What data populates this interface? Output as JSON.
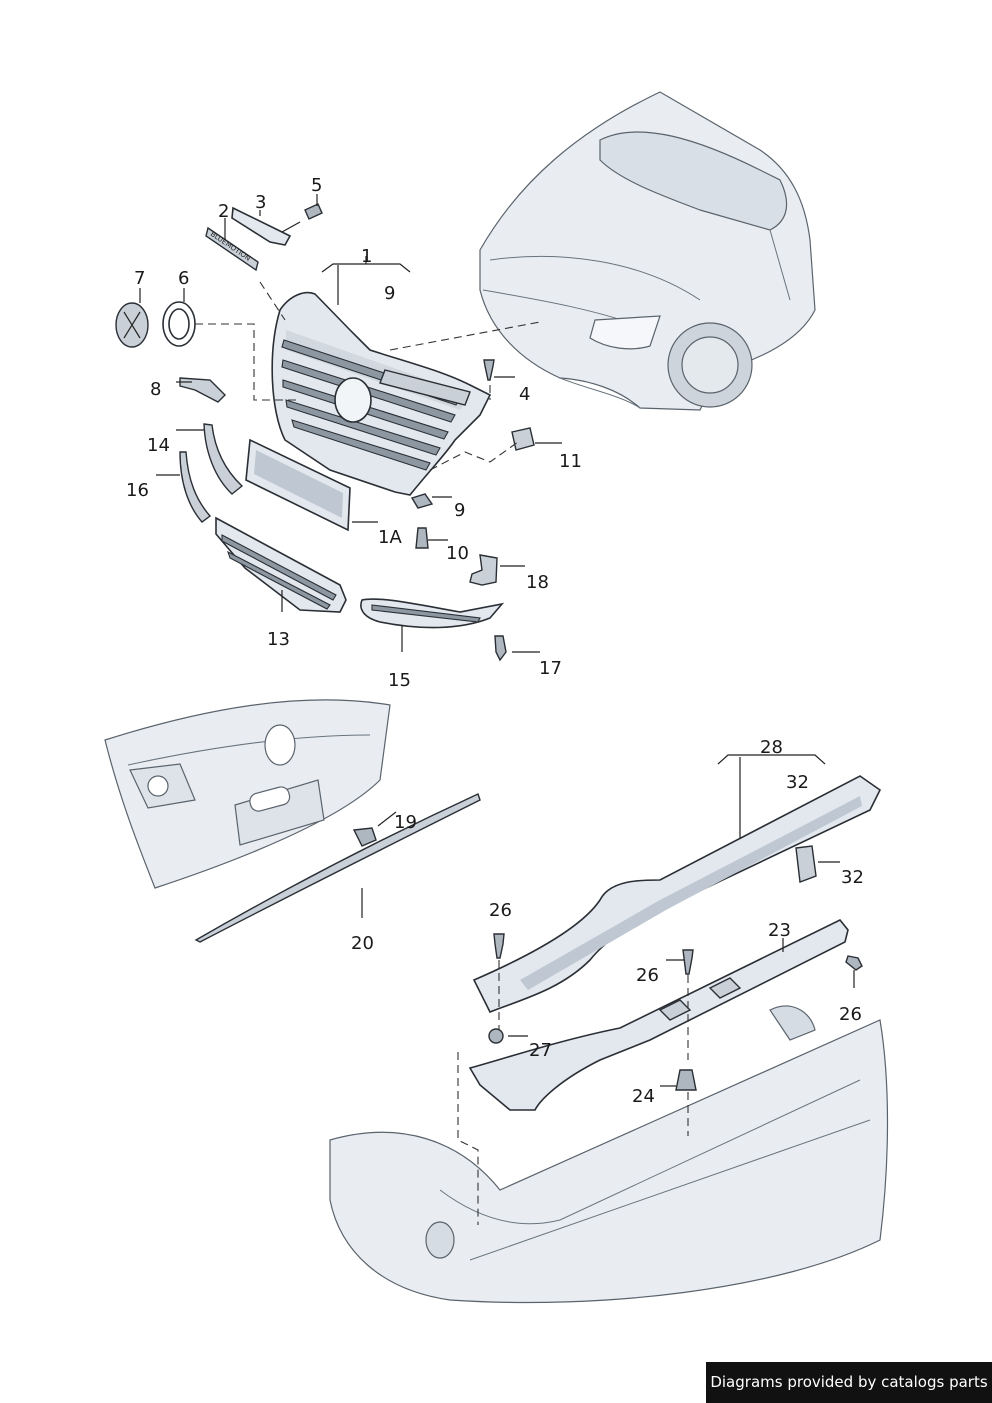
{
  "callouts": {
    "c1": "1",
    "c2": "2",
    "c3": "3",
    "c4": "4",
    "c5": "5",
    "c6": "6",
    "c7": "7",
    "c8": "8",
    "c9a": "9",
    "c9b": "9",
    "c10": "10",
    "c11": "11",
    "c13": "13",
    "c14": "14",
    "c15": "15",
    "c16": "16",
    "c17": "17",
    "c18": "18",
    "c19": "19",
    "c20": "20",
    "c1a": "1A",
    "c23": "23",
    "c24": "24",
    "c26a": "26",
    "c26b": "26",
    "c26c": "26",
    "c27": "27",
    "c28": "28",
    "c32a": "32",
    "c32b": "32"
  },
  "badge": {
    "text": "BLUEMOTION"
  },
  "credit": {
    "text": "Diagrams provided by catalogs parts"
  },
  "colors": {
    "part_fill": "#e3e8ee",
    "outline": "#2a2f35",
    "slat": "#8d97a2",
    "credit_bg": "#111111"
  }
}
